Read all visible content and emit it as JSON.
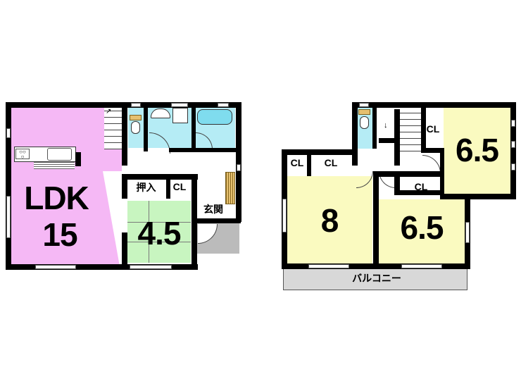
{
  "floor1": {
    "rooms": {
      "ldk": {
        "label": "LDK",
        "size": "15",
        "color": "#f5b8f5"
      },
      "washitsu": {
        "size": "4.5",
        "color": "#c8f5c0"
      },
      "oshiire": {
        "label": "押入"
      },
      "closet": {
        "label": "CL"
      },
      "genkan": {
        "label": "玄関"
      },
      "toilet": {
        "color": "#b5ecf5"
      },
      "washroom": {
        "color": "#b5ecf5"
      },
      "bath": {
        "color": "#b5ecf5"
      }
    }
  },
  "floor2": {
    "rooms": {
      "room8": {
        "size": "8",
        "color": "#fafac0"
      },
      "room65a": {
        "size": "6.5",
        "color": "#fafac0"
      },
      "room65b": {
        "size": "6.5",
        "color": "#fafac0"
      },
      "cl1": {
        "label": "CL"
      },
      "cl2": {
        "label": "CL"
      },
      "cl3": {
        "label": "CL"
      },
      "cl4": {
        "label": "CL"
      },
      "toilet": {
        "color": "#b5ecf5"
      },
      "balcony": {
        "label": "バルコニー",
        "color": "#d8d8d8"
      }
    }
  }
}
